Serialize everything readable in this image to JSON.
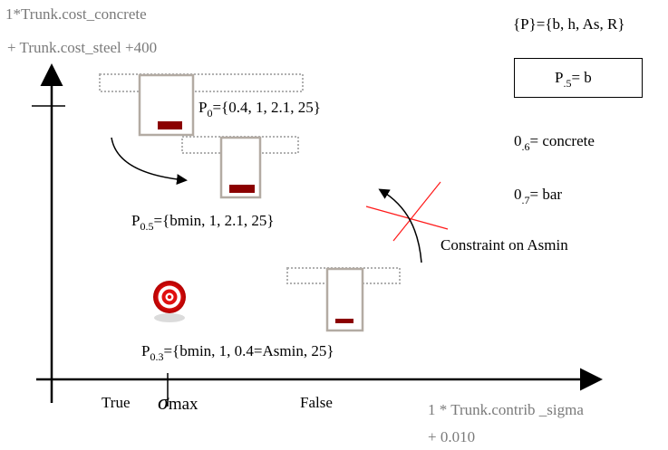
{
  "y_axis_label_line1": "1*Trunk.cost_concrete",
  "y_axis_label_line2": "+ Trunk.cost_steel +400",
  "x_axis_label_line1": "1 * Trunk.contrib _sigma",
  "x_axis_label_line2": "+ 0.010",
  "x_ticks": {
    "true_label": "True",
    "sigma_symbol": "σ",
    "max_label": "max",
    "false_label": "False"
  },
  "param_set": "{P}={b, h, As, R}",
  "p5": {
    "name": "P",
    "sub": ".5",
    "value": "= b"
  },
  "o6": {
    "name": "0",
    "sub": ".6",
    "value": "= concrete"
  },
  "o7": {
    "name": "0",
    "sub": ".7",
    "value": "= bar"
  },
  "points": {
    "p0": {
      "name": "P",
      "sub": "0",
      "values": "={0.4, 1, 2.1, 25}"
    },
    "p05": {
      "name": "P",
      "sub": "0.5",
      "values": "={bmin, 1, 2.1, 25}"
    },
    "p03": {
      "name": "P",
      "sub": "0.3",
      "values": "={bmin, 1, 0.4=Asmin, 25}"
    }
  },
  "constraint_label": "Constraint on Asmin",
  "colors": {
    "bar": "#8b0000",
    "box_stroke": "#b3aba3",
    "dashed": "#b0b0b0",
    "constraint": "#ff1a1a",
    "target": "#e01010"
  }
}
